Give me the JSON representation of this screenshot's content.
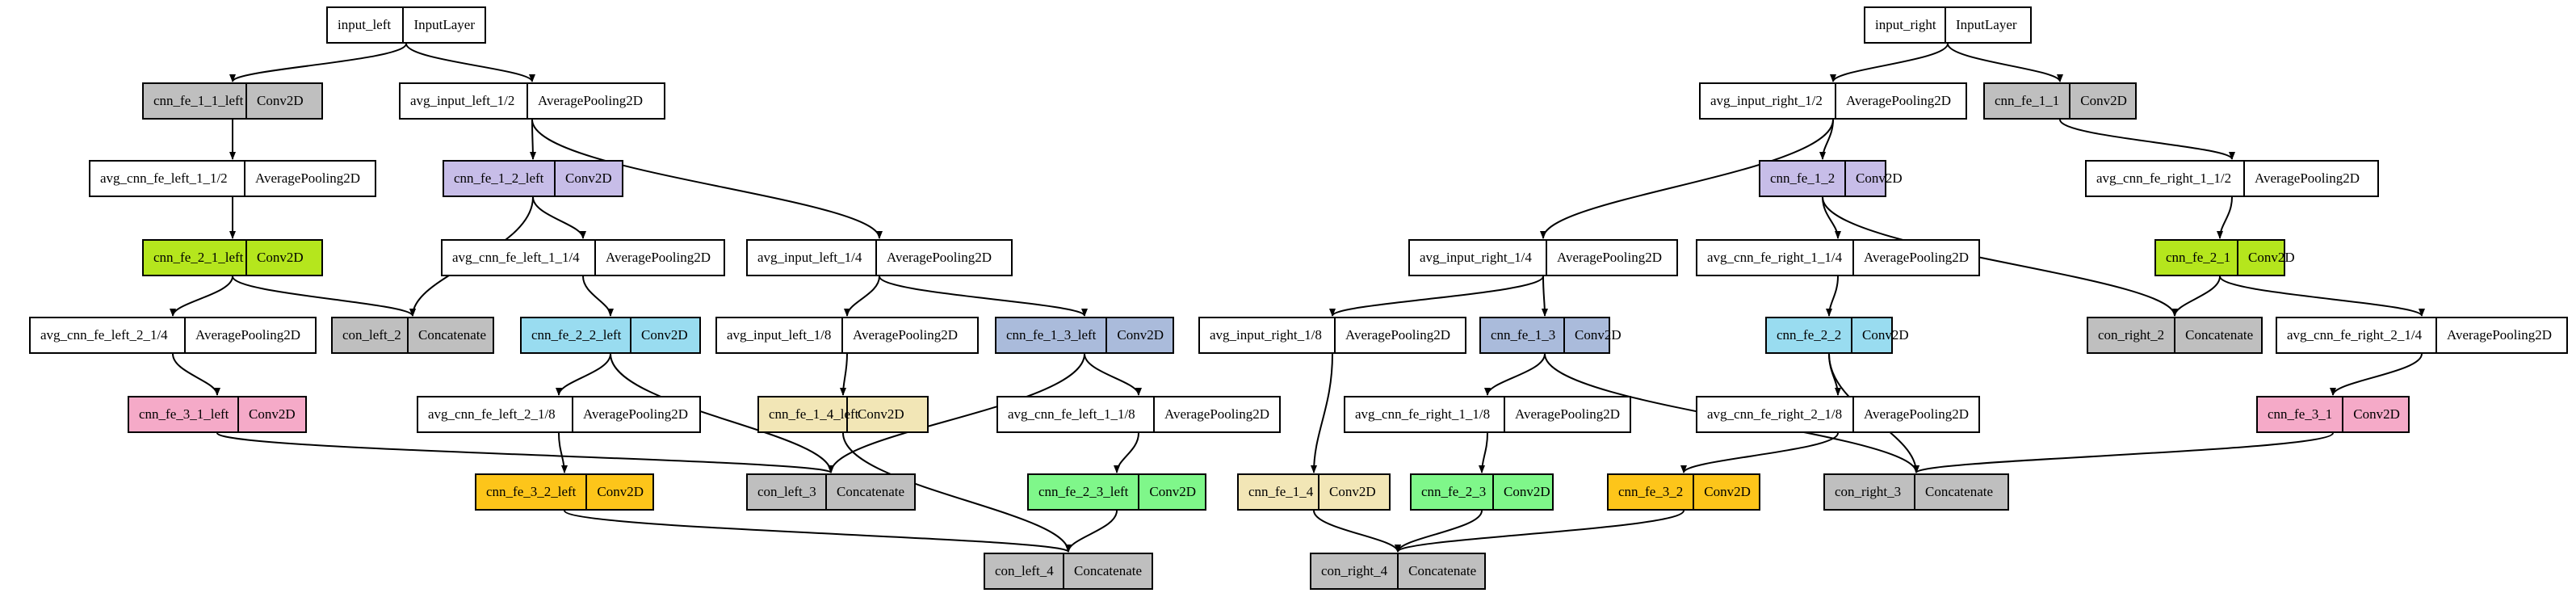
{
  "colors": {
    "white": "#ffffff",
    "conv_purple": "#c7bde8",
    "conv_lime": "#b5e61d",
    "conv_pink": "#f5aac8",
    "conv_cyan": "#99dcf0",
    "conv_orange": "#fdc51a",
    "conv_blue": "#aabbdb",
    "conv_tan": "#f2e6b6",
    "conv_green": "#7ff78a",
    "gray": "#bfbfbf",
    "edge": "#000000"
  },
  "nodes": [
    {
      "id": "input_left",
      "name": "input_left",
      "type": "InputLayer",
      "color": "white"
    },
    {
      "id": "cnn_fe_1_1_left",
      "name": "cnn_fe_1_1_left",
      "type": "Conv2D",
      "color": "gray"
    },
    {
      "id": "avg_input_left_1_2",
      "name": "avg_input_left_1/2",
      "type": "AveragePooling2D",
      "color": "white"
    },
    {
      "id": "avg_cnn_fe_left_1_1_2",
      "name": "avg_cnn_fe_left_1_1/2",
      "type": "AveragePooling2D",
      "color": "white"
    },
    {
      "id": "cnn_fe_1_2_left",
      "name": "cnn_fe_1_2_left",
      "type": "Conv2D",
      "color": "conv_purple"
    },
    {
      "id": "cnn_fe_2_1_left",
      "name": "cnn_fe_2_1_left",
      "type": "Conv2D",
      "color": "conv_lime"
    },
    {
      "id": "avg_cnn_fe_left_1_1_4",
      "name": "avg_cnn_fe_left_1_1/4",
      "type": "AveragePooling2D",
      "color": "white"
    },
    {
      "id": "avg_input_left_1_4",
      "name": "avg_input_left_1/4",
      "type": "AveragePooling2D",
      "color": "white"
    },
    {
      "id": "avg_cnn_fe_left_2_1_4",
      "name": "avg_cnn_fe_left_2_1/4",
      "type": "AveragePooling2D",
      "color": "white"
    },
    {
      "id": "con_left_2",
      "name": "con_left_2",
      "type": "Concatenate",
      "color": "gray"
    },
    {
      "id": "cnn_fe_2_2_left",
      "name": "cnn_fe_2_2_left",
      "type": "Conv2D",
      "color": "conv_cyan"
    },
    {
      "id": "avg_input_left_1_8",
      "name": "avg_input_left_1/8",
      "type": "AveragePooling2D",
      "color": "white"
    },
    {
      "id": "cnn_fe_1_3_left",
      "name": "cnn_fe_1_3_left",
      "type": "Conv2D",
      "color": "conv_blue"
    },
    {
      "id": "cnn_fe_3_1_left",
      "name": "cnn_fe_3_1_left",
      "type": "Conv2D",
      "color": "conv_pink"
    },
    {
      "id": "avg_cnn_fe_left_2_1_8",
      "name": "avg_cnn_fe_left_2_1/8",
      "type": "AveragePooling2D",
      "color": "white"
    },
    {
      "id": "cnn_fe_1_4_left",
      "name": "cnn_fe_1_4_left",
      "type": "Conv2D",
      "color": "conv_tan"
    },
    {
      "id": "avg_cnn_fe_left_1_1_8",
      "name": "avg_cnn_fe_left_1_1/8",
      "type": "AveragePooling2D",
      "color": "white"
    },
    {
      "id": "cnn_fe_3_2_left",
      "name": "cnn_fe_3_2_left",
      "type": "Conv2D",
      "color": "conv_orange"
    },
    {
      "id": "con_left_3",
      "name": "con_left_3",
      "type": "Concatenate",
      "color": "gray"
    },
    {
      "id": "cnn_fe_2_3_left",
      "name": "cnn_fe_2_3_left",
      "type": "Conv2D",
      "color": "conv_green"
    },
    {
      "id": "con_left_4",
      "name": "con_left_4",
      "type": "Concatenate",
      "color": "gray"
    },
    {
      "id": "input_right",
      "name": "input_right",
      "type": "InputLayer",
      "color": "white"
    },
    {
      "id": "avg_input_right_1_2",
      "name": "avg_input_right_1/2",
      "type": "AveragePooling2D",
      "color": "white"
    },
    {
      "id": "cnn_fe_1_1",
      "name": "cnn_fe_1_1",
      "type": "Conv2D",
      "color": "gray"
    },
    {
      "id": "cnn_fe_1_2",
      "name": "cnn_fe_1_2",
      "type": "Conv2D",
      "color": "conv_purple"
    },
    {
      "id": "avg_cnn_fe_right_1_1_2",
      "name": "avg_cnn_fe_right_1_1/2",
      "type": "AveragePooling2D",
      "color": "white"
    },
    {
      "id": "avg_input_right_1_4",
      "name": "avg_input_right_1/4",
      "type": "AveragePooling2D",
      "color": "white"
    },
    {
      "id": "avg_cnn_fe_right_1_1_4",
      "name": "avg_cnn_fe_right_1_1/4",
      "type": "AveragePooling2D",
      "color": "white"
    },
    {
      "id": "cnn_fe_2_1",
      "name": "cnn_fe_2_1",
      "type": "Conv2D",
      "color": "conv_lime"
    },
    {
      "id": "avg_input_right_1_8",
      "name": "avg_input_right_1/8",
      "type": "AveragePooling2D",
      "color": "white"
    },
    {
      "id": "cnn_fe_1_3",
      "name": "cnn_fe_1_3",
      "type": "Conv2D",
      "color": "conv_blue"
    },
    {
      "id": "cnn_fe_2_2",
      "name": "cnn_fe_2_2",
      "type": "Conv2D",
      "color": "conv_cyan"
    },
    {
      "id": "con_right_2",
      "name": "con_right_2",
      "type": "Concatenate",
      "color": "gray"
    },
    {
      "id": "avg_cnn_fe_right_2_1_4",
      "name": "avg_cnn_fe_right_2_1/4",
      "type": "AveragePooling2D",
      "color": "white"
    },
    {
      "id": "avg_cnn_fe_right_1_1_8",
      "name": "avg_cnn_fe_right_1_1/8",
      "type": "AveragePooling2D",
      "color": "white"
    },
    {
      "id": "avg_cnn_fe_right_2_1_8",
      "name": "avg_cnn_fe_right_2_1/8",
      "type": "AveragePooling2D",
      "color": "white"
    },
    {
      "id": "cnn_fe_3_1",
      "name": "cnn_fe_3_1",
      "type": "Conv2D",
      "color": "conv_pink"
    },
    {
      "id": "cnn_fe_1_4",
      "name": "cnn_fe_1_4",
      "type": "Conv2D",
      "color": "conv_tan"
    },
    {
      "id": "cnn_fe_2_3",
      "name": "cnn_fe_2_3",
      "type": "Conv2D",
      "color": "conv_green"
    },
    {
      "id": "cnn_fe_3_2",
      "name": "cnn_fe_3_2",
      "type": "Conv2D",
      "color": "conv_orange"
    },
    {
      "id": "con_right_3",
      "name": "con_right_3",
      "type": "Concatenate",
      "color": "gray"
    },
    {
      "id": "con_right_4",
      "name": "con_right_4",
      "type": "Concatenate",
      "color": "gray"
    }
  ],
  "edges": [
    [
      "input_left",
      "cnn_fe_1_1_left"
    ],
    [
      "input_left",
      "avg_input_left_1_2"
    ],
    [
      "cnn_fe_1_1_left",
      "avg_cnn_fe_left_1_1_2"
    ],
    [
      "avg_cnn_fe_left_1_1_2",
      "cnn_fe_2_1_left"
    ],
    [
      "avg_input_left_1_2",
      "cnn_fe_1_2_left"
    ],
    [
      "avg_input_left_1_2",
      "avg_input_left_1_4"
    ],
    [
      "cnn_fe_1_2_left",
      "avg_cnn_fe_left_1_1_4"
    ],
    [
      "cnn_fe_1_2_left",
      "con_left_2"
    ],
    [
      "cnn_fe_2_1_left",
      "avg_cnn_fe_left_2_1_4"
    ],
    [
      "cnn_fe_2_1_left",
      "con_left_2"
    ],
    [
      "avg_cnn_fe_left_2_1_4",
      "cnn_fe_3_1_left"
    ],
    [
      "avg_cnn_fe_left_1_1_4",
      "cnn_fe_2_2_left"
    ],
    [
      "avg_input_left_1_4",
      "avg_input_left_1_8"
    ],
    [
      "avg_input_left_1_4",
      "cnn_fe_1_3_left"
    ],
    [
      "cnn_fe_2_2_left",
      "avg_cnn_fe_left_2_1_8"
    ],
    [
      "cnn_fe_2_2_left",
      "con_left_3"
    ],
    [
      "avg_input_left_1_8",
      "cnn_fe_1_4_left"
    ],
    [
      "cnn_fe_1_3_left",
      "avg_cnn_fe_left_1_1_8"
    ],
    [
      "cnn_fe_1_3_left",
      "con_left_3"
    ],
    [
      "cnn_fe_3_1_left",
      "con_left_3"
    ],
    [
      "avg_cnn_fe_left_2_1_8",
      "cnn_fe_3_2_left"
    ],
    [
      "avg_cnn_fe_left_1_1_8",
      "cnn_fe_2_3_left"
    ],
    [
      "cnn_fe_3_2_left",
      "con_left_4"
    ],
    [
      "cnn_fe_1_4_left",
      "con_left_4"
    ],
    [
      "cnn_fe_2_3_left",
      "con_left_4"
    ],
    [
      "input_right",
      "avg_input_right_1_2"
    ],
    [
      "input_right",
      "cnn_fe_1_1"
    ],
    [
      "cnn_fe_1_1",
      "avg_cnn_fe_right_1_1_2"
    ],
    [
      "avg_input_right_1_2",
      "cnn_fe_1_2"
    ],
    [
      "avg_input_right_1_2",
      "avg_input_right_1_4"
    ],
    [
      "avg_cnn_fe_right_1_1_2",
      "cnn_fe_2_1"
    ],
    [
      "cnn_fe_1_2",
      "avg_cnn_fe_right_1_1_4"
    ],
    [
      "cnn_fe_1_2",
      "con_right_2"
    ],
    [
      "cnn_fe_2_1",
      "con_right_2"
    ],
    [
      "cnn_fe_2_1",
      "avg_cnn_fe_right_2_1_4"
    ],
    [
      "avg_input_right_1_4",
      "avg_input_right_1_8"
    ],
    [
      "avg_input_right_1_4",
      "cnn_fe_1_3"
    ],
    [
      "avg_cnn_fe_right_1_1_4",
      "cnn_fe_2_2"
    ],
    [
      "avg_input_right_1_8",
      "cnn_fe_1_4"
    ],
    [
      "cnn_fe_1_3",
      "avg_cnn_fe_right_1_1_8"
    ],
    [
      "cnn_fe_1_3",
      "con_right_3"
    ],
    [
      "cnn_fe_2_2",
      "avg_cnn_fe_right_2_1_8"
    ],
    [
      "cnn_fe_2_2",
      "con_right_3"
    ],
    [
      "avg_cnn_fe_right_2_1_4",
      "cnn_fe_3_1"
    ],
    [
      "cnn_fe_3_1",
      "con_right_3"
    ],
    [
      "avg_cnn_fe_right_1_1_8",
      "cnn_fe_2_3"
    ],
    [
      "avg_cnn_fe_right_2_1_8",
      "cnn_fe_3_2"
    ],
    [
      "cnn_fe_1_4",
      "con_right_4"
    ],
    [
      "cnn_fe_2_3",
      "con_right_4"
    ],
    [
      "cnn_fe_3_2",
      "con_right_4"
    ]
  ]
}
